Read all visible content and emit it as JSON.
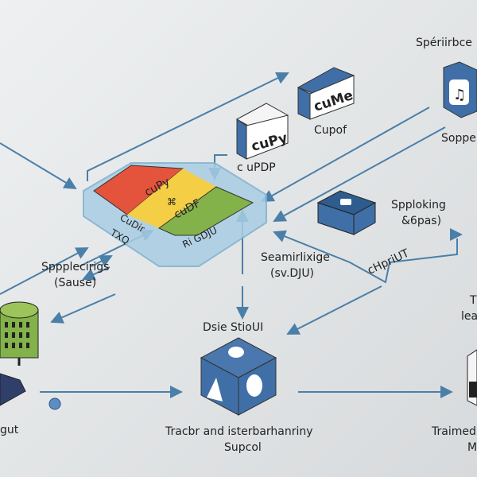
{
  "colors": {
    "accent": "#3f6fa6",
    "arrow": "#4a7fa8",
    "red": "#e4533b",
    "yellow": "#f4cf45",
    "green": "#84b24a",
    "platform": "#a9cde3"
  },
  "labels": {
    "top_right": "Spériirbce",
    "cume_box": "cuMe",
    "cume_caption": "Cupof",
    "cupy_box": "cuPy",
    "cupy_caption": "c uPDP",
    "music_caption": "Soppe",
    "layer_red": "cuPy",
    "layer_green": "cuDF",
    "platform_left_1": "CuDir",
    "platform_left_2": "TXQ",
    "platform_right": "Ri GDJU",
    "storage_1": "Spploking",
    "storage_2": "&6pas)",
    "diag_text": "cHpriUT",
    "mid_1": "Seamirlixige",
    "mid_2": "(sv.DJU)",
    "left_1": "Sppplecirigs",
    "left_2": "(Sause)",
    "cube_title": "Dsie StioUI",
    "cube_caption_1": "Tracbr and isterbarhanriny",
    "cube_caption_2": "Supcol",
    "bottom_left": "gut",
    "bottom_right_1": "Traimed",
    "bottom_right_2": "M",
    "right_edge_1": "T",
    "right_edge_2": "lea"
  },
  "icons": [
    "chip-icon",
    "music-note-icon",
    "database-icon",
    "server-icon",
    "cube-icon",
    "storage-box-icon",
    "link-icon"
  ]
}
